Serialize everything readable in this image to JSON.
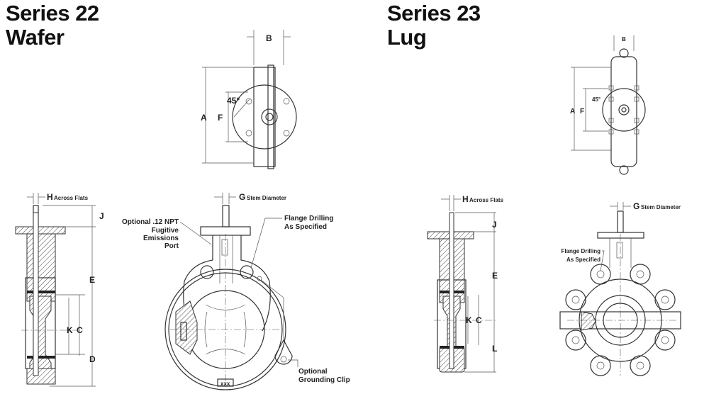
{
  "series22": {
    "title_line1": "Series 22",
    "title_line2": "Wafer",
    "top_view": {
      "B": "B",
      "A": "A",
      "F": "F",
      "angle": "45°"
    },
    "side_view": {
      "H": "H",
      "H_note": "Across Flats",
      "J": "J",
      "E": "E",
      "K": "K",
      "C": "C",
      "D": "D"
    },
    "front_view": {
      "G": "G",
      "G_note": "Stem Diameter",
      "port_note": [
        "Optional .12 NPT",
        "Fugitive",
        "Emissions",
        "Port"
      ],
      "flange_note": [
        "Flange Drilling",
        "As Specified"
      ],
      "clip_note": [
        "Optional",
        "Grounding Clip"
      ],
      "tag": "xxx"
    }
  },
  "series23": {
    "title_line1": "Series 23",
    "title_line2": "Lug",
    "top_view": {
      "B": "B",
      "A": "A",
      "F": "F",
      "angle": "45°"
    },
    "side_view": {
      "H": "H",
      "H_note": "Across Flats",
      "J": "J",
      "E": "E",
      "K": "K",
      "C": "C",
      "L": "L"
    },
    "front_view": {
      "G": "G",
      "G_note": "Stem Diameter",
      "flange_note": [
        "Flange Drilling",
        "As Specified"
      ]
    }
  }
}
